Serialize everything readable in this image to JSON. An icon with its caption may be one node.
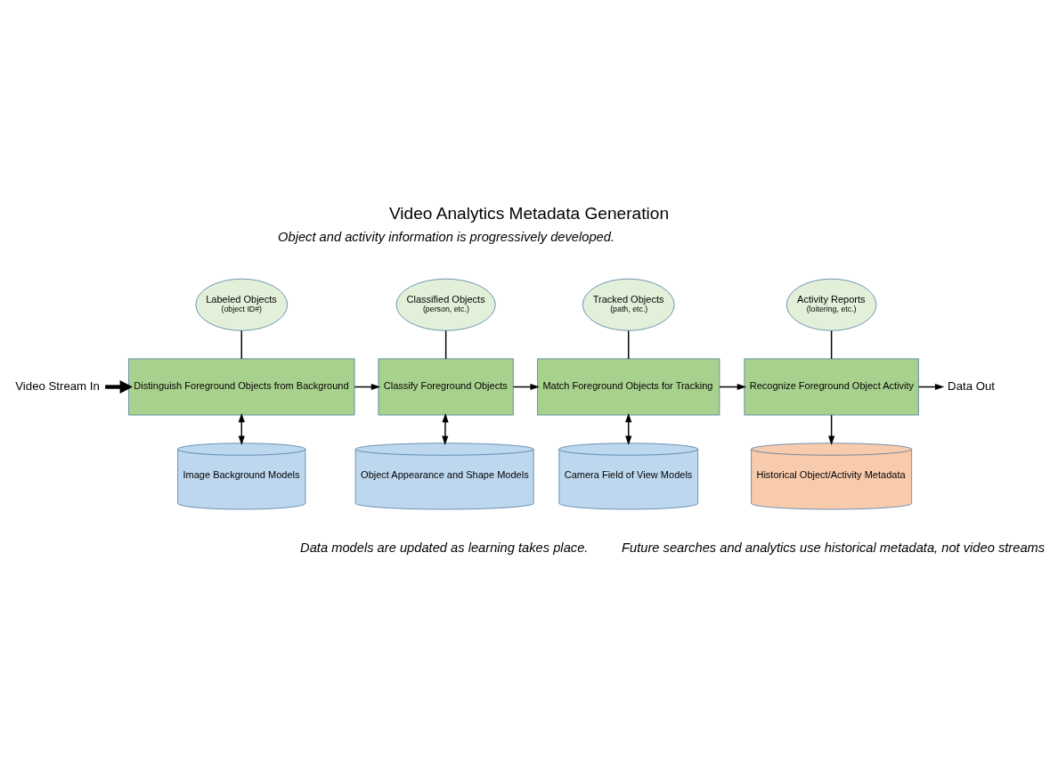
{
  "diagram": {
    "title": "Video Analytics Metadata Generation",
    "nodes": [
      {
        "text": [
          "Video Stream In"
        ]
      },
      {
        "text": [
          "Labeled Objects",
          "(object ID#)"
        ]
      },
      {
        "text": [
          "Classified Objects",
          "(person, etc.)"
        ]
      },
      {
        "text": [
          "Tracked Objects",
          "(path, etc.)"
        ]
      },
      {
        "text": [
          "Activity Reports",
          "(loitering, etc.)"
        ]
      },
      {
        "text": [
          "Distinguish Foreground Objects from Background"
        ]
      },
      {
        "text": [
          "Classify Foreground Objects"
        ]
      },
      {
        "text": [
          "Match Foreground Objects for Tracking"
        ]
      },
      {
        "text": [
          "Recognize Foreground Object Activity"
        ]
      },
      {
        "text": [
          "Data Out"
        ]
      },
      {
        "text": [
          "Image Background Models"
        ]
      },
      {
        "text": [
          "Object Appearance and Shape Models"
        ]
      },
      {
        "text": [
          "Camera Field of View Models"
        ]
      },
      {
        "text": [
          "Historical Object/Activity Metadata"
        ]
      }
    ],
    "edges": [
      {
        "from": 0,
        "to": 5,
        "arrow": "to",
        "style": "thick"
      },
      {
        "from": 5,
        "to": 6,
        "arrow": "to"
      },
      {
        "from": 6,
        "to": 7,
        "arrow": "to"
      },
      {
        "from": 7,
        "to": 8,
        "arrow": "to"
      },
      {
        "from": 8,
        "to": 9,
        "arrow": "to"
      },
      {
        "from": 8,
        "to": 13,
        "arrow": "to"
      },
      {
        "from": 1,
        "to": 5,
        "arrow": "none"
      },
      {
        "from": 2,
        "to": 6,
        "arrow": "none"
      },
      {
        "from": 3,
        "to": 7,
        "arrow": "none"
      },
      {
        "from": 4,
        "to": 8,
        "arrow": "none"
      },
      {
        "from": 5,
        "to": 10,
        "arrow": "both"
      },
      {
        "from": 6,
        "to": 11,
        "arrow": "both"
      },
      {
        "from": 7,
        "to": 12,
        "arrow": "both"
      }
    ],
    "labels": [
      "Object and activity information is progressively developed.",
      "Data models are updated as learning takes place.",
      "Future searches and analytics use historical metadata, not video streams"
    ]
  }
}
